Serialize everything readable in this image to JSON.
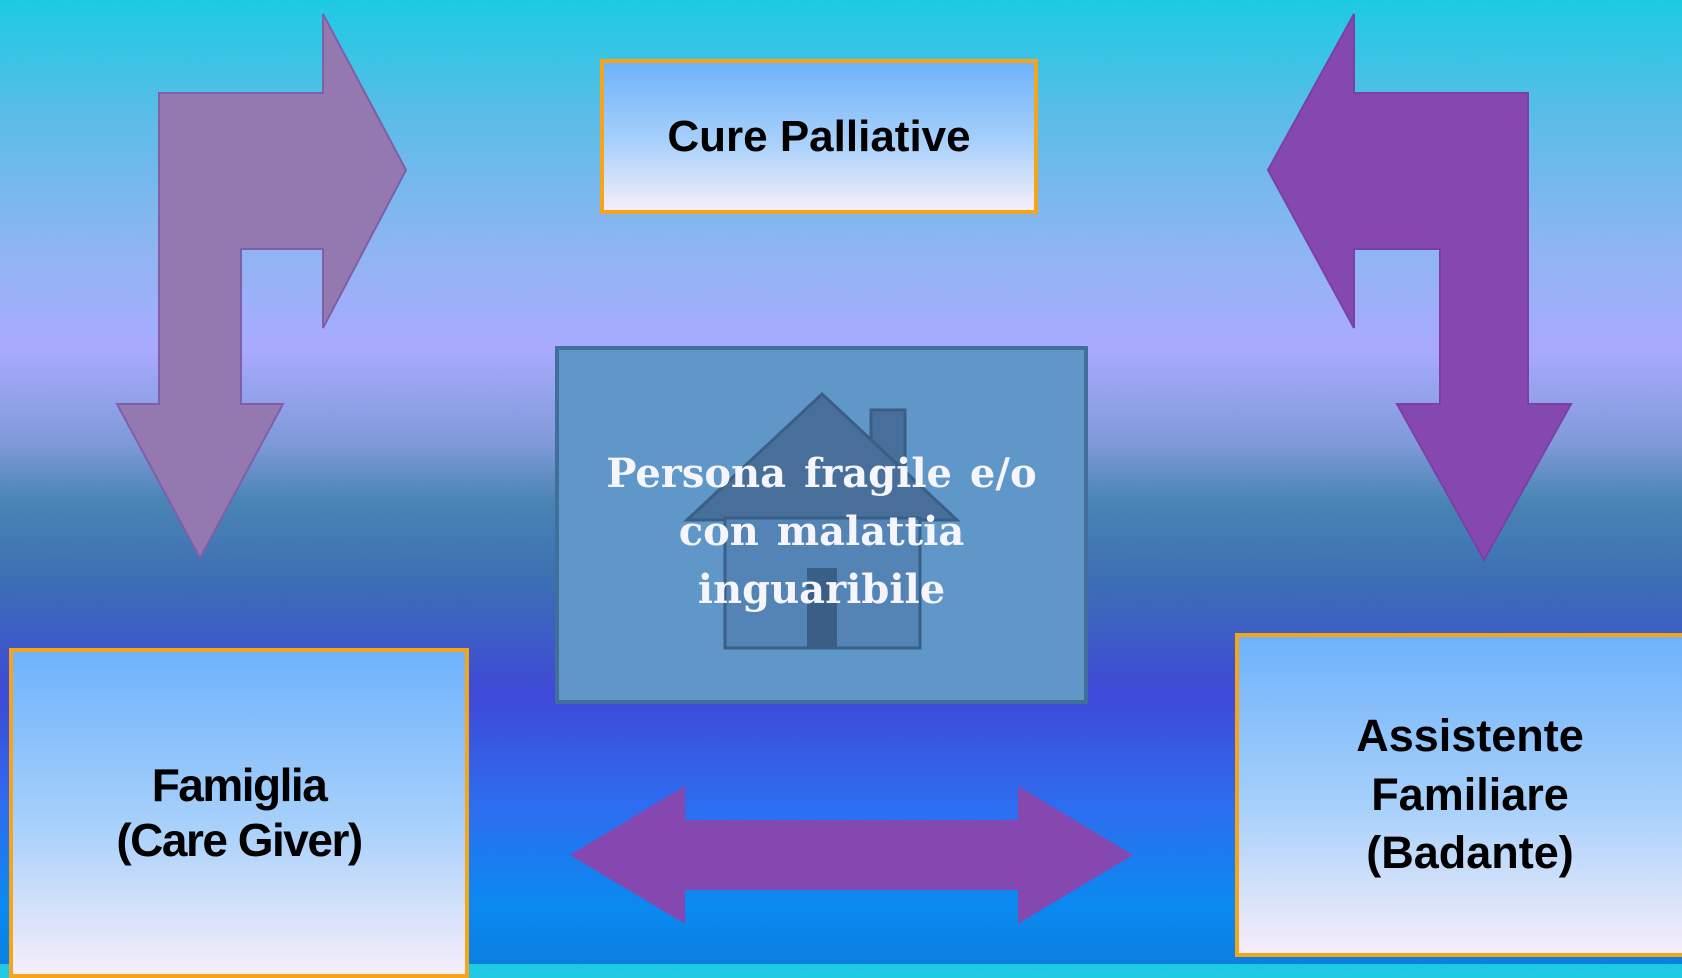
{
  "top_box": {
    "label": "Cure  Palliative"
  },
  "center_box": {
    "label": "Persona  fragile e/o\ncon malattia\ninguaribile"
  },
  "left_box": {
    "label": "Famiglia\n(Care Giver)"
  },
  "right_box": {
    "label": "Assistente\nFamiliare\n(Badante)"
  },
  "colors": {
    "box_border": "#f4a51c",
    "arrow_left": "#9479b0",
    "arrow_right_bottom": "#8548b0",
    "center_fill": "#5f97c9"
  },
  "icons": [
    "house-icon",
    "turn-arrow-left-icon",
    "turn-arrow-right-icon",
    "double-headed-arrow-icon"
  ]
}
